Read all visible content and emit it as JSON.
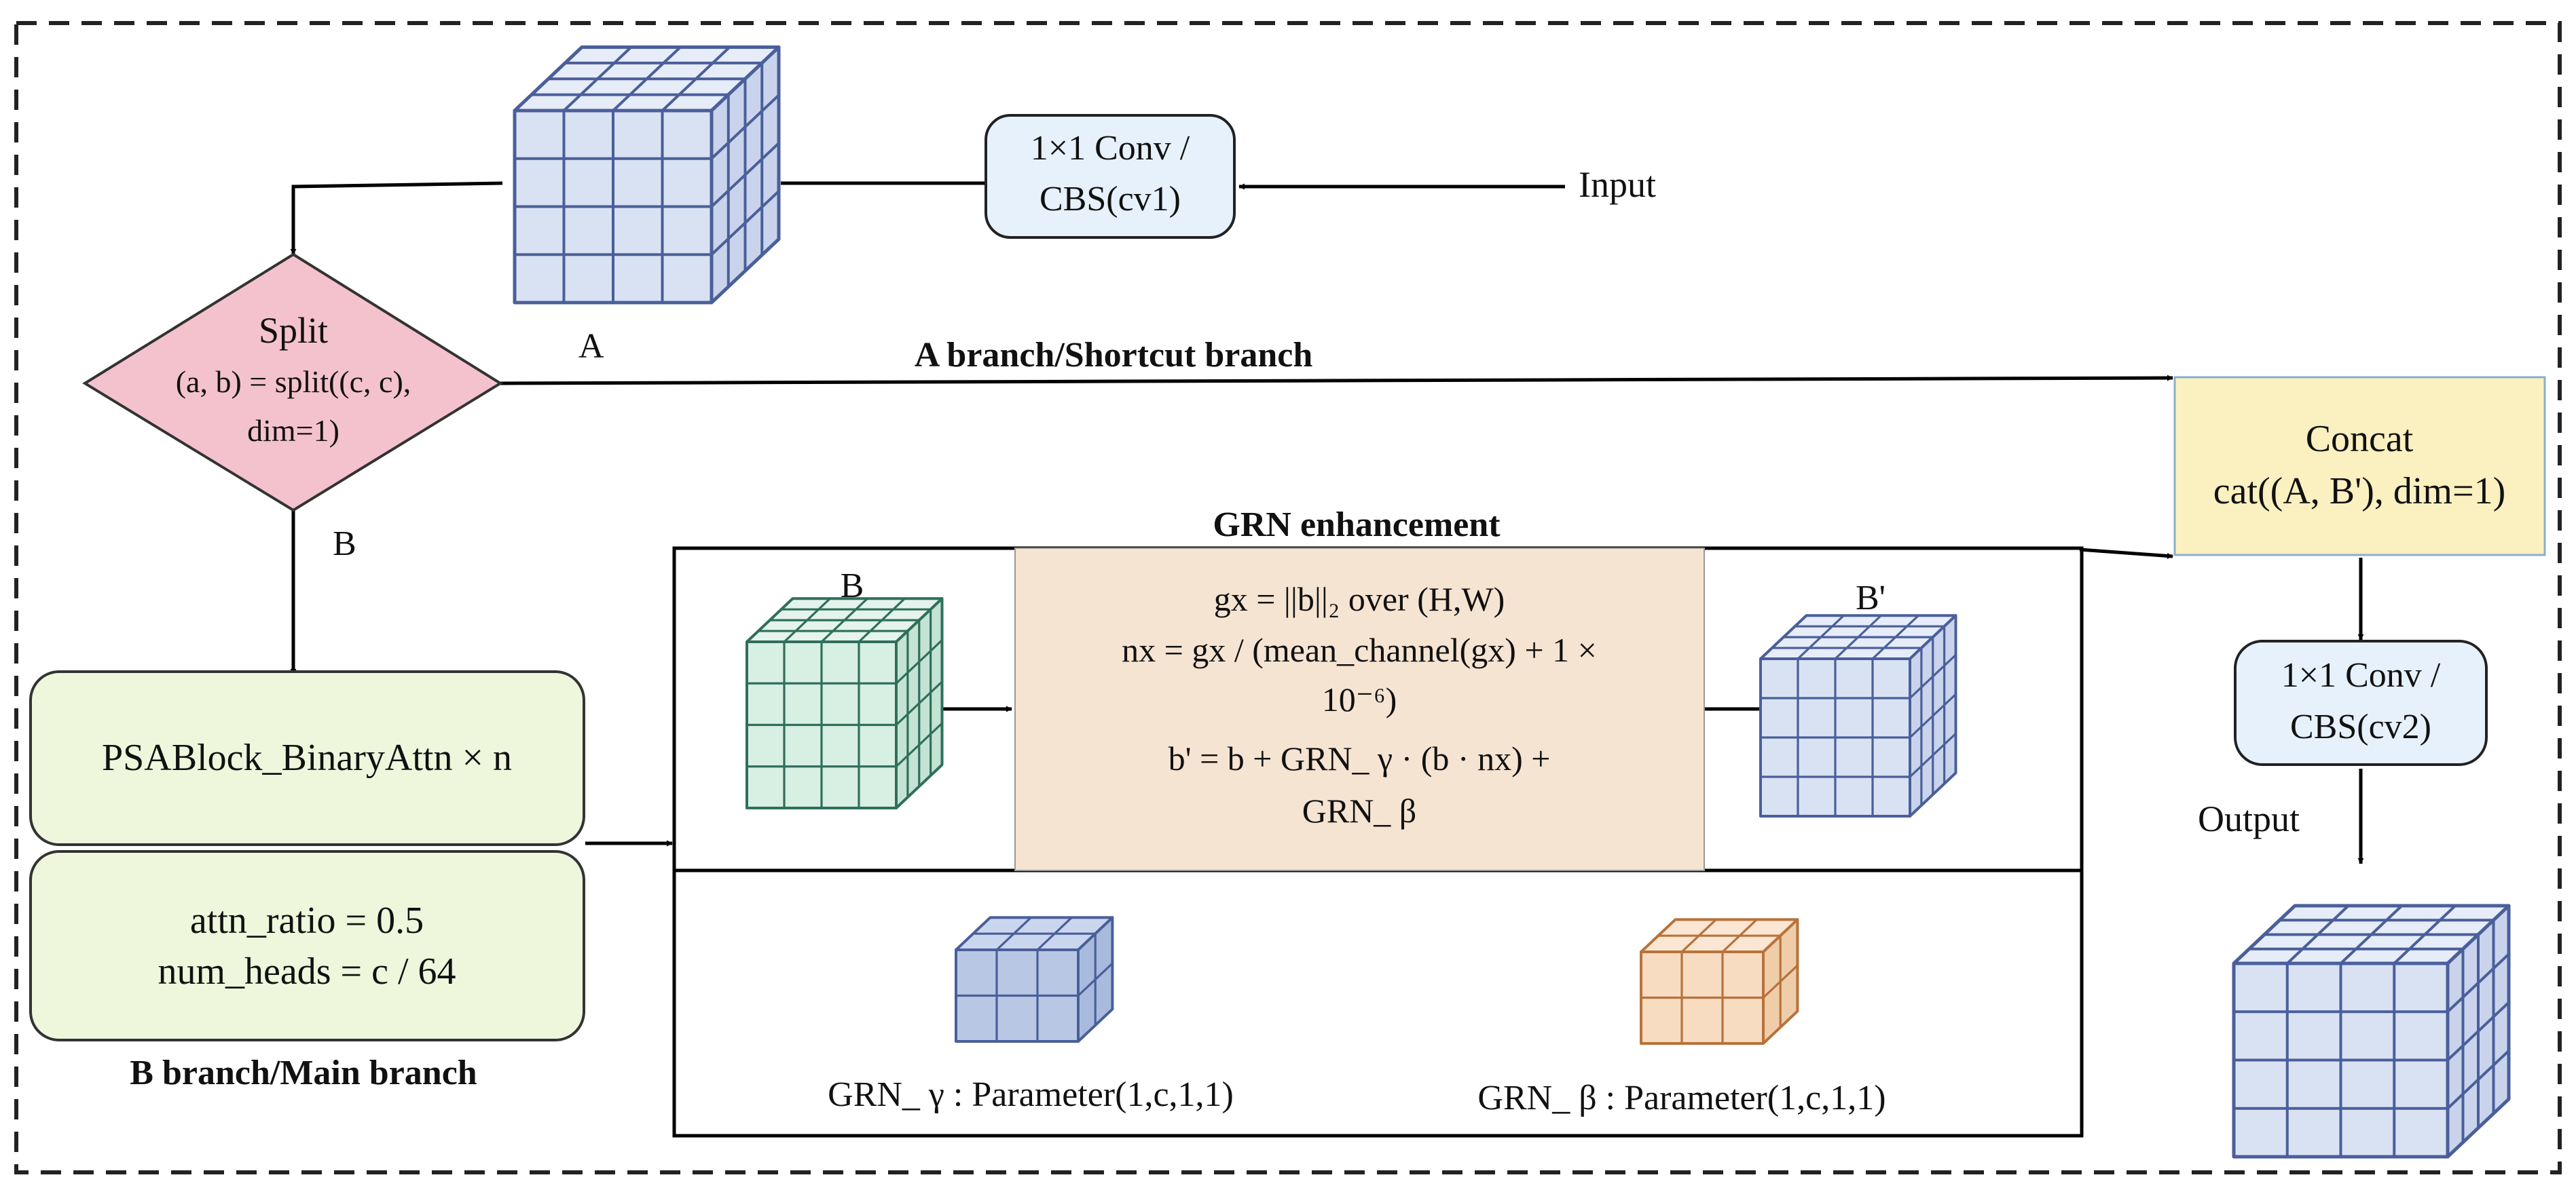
{
  "conv_in": {
    "line1": "1×1 Conv /",
    "line2": "CBS(cv1)"
  },
  "input_label": "Input",
  "label_a": "A",
  "label_b": "B",
  "split": {
    "title": "Split",
    "line1": "(a, b) = split((c, c),",
    "line2": "dim=1)"
  },
  "a_branch_title": "A branch/Shortcut branch",
  "concat": {
    "title": "Concat",
    "formula": "cat((A, B'), dim=1)"
  },
  "conv_out": {
    "line1": "1×1 Conv /",
    "line2": "CBS(cv2)"
  },
  "output_label": "Output",
  "psa_block": {
    "label": "PSABlock_BinaryAttn × n"
  },
  "psa_params": {
    "line1": "attn_ratio = 0.5",
    "line2": "num_heads = c / 64"
  },
  "b_branch_title": "B branch/Main branch",
  "grn": {
    "title": "GRN enhancement",
    "cube_in_label": "B",
    "cube_out_label": "B'",
    "formula": {
      "line1": "gx = ||b||₂ over (H,W)",
      "line2": "nx = gx / (mean_channel(gx) + 1 ×",
      "line3": "10⁻⁶)",
      "line4": "b' = b + GRN_ γ  · (b · nx) +",
      "line5": "GRN_ β"
    },
    "param_gamma": "GRN_ γ : Parameter(1,c,1,1)",
    "param_beta": "GRN_ β : Parameter(1,c,1,1)"
  },
  "colors": {
    "split_fill": "#f4c2cd",
    "conv_fill": "#e6f1fb",
    "concat_fill": "#fbf0c0",
    "psa_fill": "#eef7dc",
    "formula_fill": "#f6e4d2",
    "cube_blue": "#4a5f9a",
    "cube_green": "#2f6f5c",
    "cube_orange": "#b8723a"
  }
}
